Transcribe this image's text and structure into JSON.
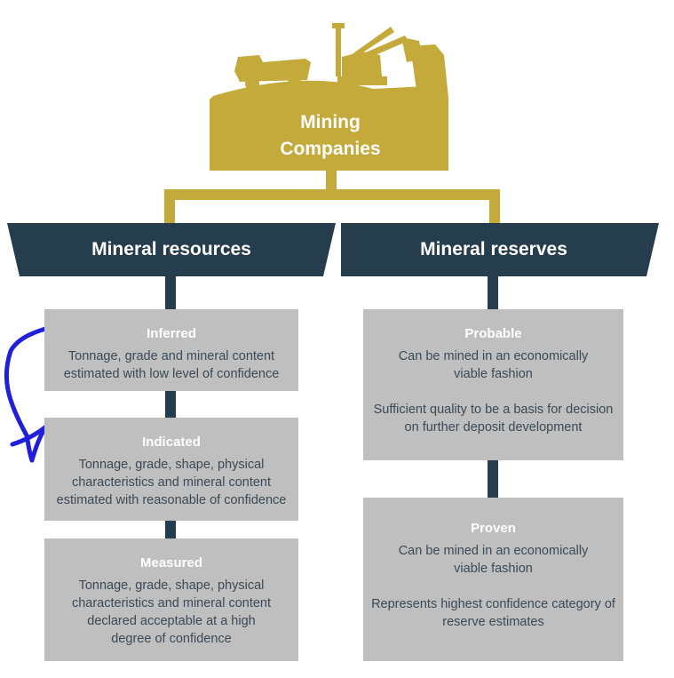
{
  "company": {
    "line1": "Mining",
    "line2": "Companies"
  },
  "resources": {
    "header": "Mineral resources",
    "boxes": [
      {
        "title": "Inferred",
        "text": "Tonnage, grade and mineral content estimated with low level of confidence"
      },
      {
        "title": "Indicated",
        "text": "Tonnage, grade, shape, physical characteristics and mineral content estimated with reasonable of confidence"
      },
      {
        "title": "Measured",
        "text": "Tonnage, grade, shape, physical characteristics and mineral content declared acceptable at a high degree of confidence"
      }
    ]
  },
  "reserves": {
    "header": "Mineral reserves",
    "boxes": [
      {
        "title": "Probable",
        "text1": "Can be mined in an economically viable fashion",
        "text2": "Sufficient quality to be a basis for decision on further deposit development"
      },
      {
        "title": "Proven",
        "text1": "Can be mined in an economically viable fashion",
        "text2": "Represents highest confidence category of reserve estimates"
      }
    ]
  },
  "colors": {
    "gold": "#c4aa3a",
    "navy": "#253d4d",
    "box": "#bfbfbf",
    "box_text": "#3a4a56",
    "annotation": "#1f1fdc"
  },
  "icons": [
    "mining-truck-icon",
    "excavator-icon",
    "hand-drawn-arrow-icon"
  ]
}
